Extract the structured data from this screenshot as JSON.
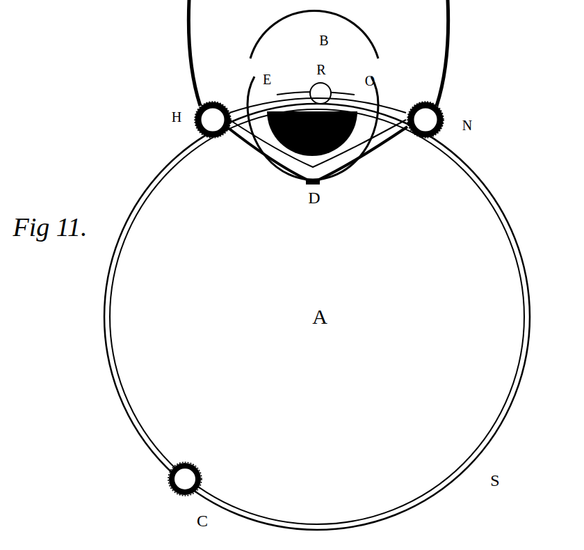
{
  "diagram": {
    "labels": [
      "B",
      "E",
      "R",
      "O",
      "H",
      "N",
      "D",
      "Fig 11.",
      "A",
      "C",
      "S"
    ]
  }
}
